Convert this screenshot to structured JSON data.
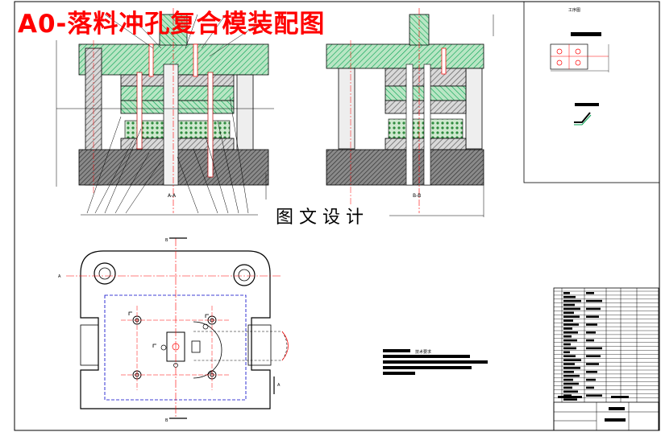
{
  "title": "A0-落料冲孔复合模装配图",
  "watermark_caption": "图 文 设 计",
  "section_labels": {
    "front": "A-A",
    "side": "B-B",
    "cut_a_left": "A",
    "cut_a_right": "A",
    "cut_b_top": "B",
    "cut_b_bottom": "B"
  },
  "process_panel": {
    "title": "工序图"
  },
  "tech_requirements": {
    "heading": "技术要求"
  },
  "colors": {
    "title_red": "#ff0000",
    "hatch_green": "#00a050",
    "centerline_red": "#ff0000",
    "rubber_green": "#2e8b3e",
    "blank_blue": "#0000c8",
    "line_black": "#000000"
  }
}
